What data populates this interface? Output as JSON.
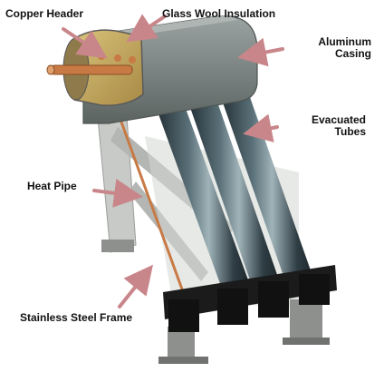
{
  "labels": {
    "copper_header": "Copper Header",
    "glass_wool": "Glass Wool Insulation",
    "aluminum_casing_1": "Aluminum",
    "aluminum_casing_2": "Casing",
    "evacuated_tubes_1": "Evacuated",
    "evacuated_tubes_2": "Tubes",
    "heat_pipe": "Heat Pipe",
    "stainless_frame": "Stainless Steel Frame"
  },
  "colors": {
    "arrow": "#c9868a",
    "casing": "#7b8482",
    "tube": "#2f3d44",
    "copper": "#c87a45",
    "frame": "#b9bcb8"
  }
}
